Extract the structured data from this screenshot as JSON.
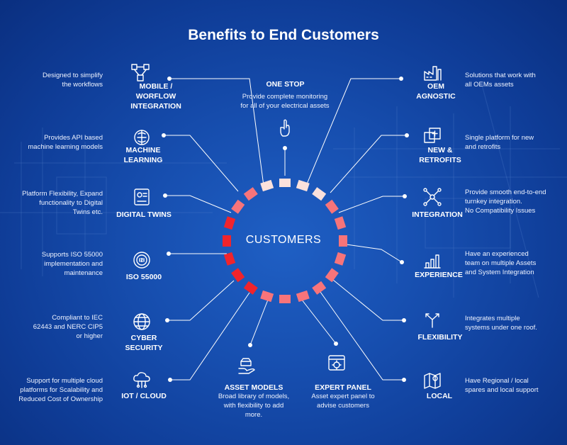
{
  "title": "Benefits to End Customers",
  "center_label": "CUSTOMERS",
  "benefits": [
    {
      "id": "mobile",
      "title_lines": [
        "MOBILE /",
        "WORFLOW",
        "INTEGRATION"
      ],
      "desc_lines": [
        "Designed to simplify",
        "the workflows"
      ],
      "icon": "mobile-workflow-icon"
    },
    {
      "id": "ml",
      "title_lines": [
        "MACHINE",
        "LEARNING"
      ],
      "desc_lines": [
        "Provides API based",
        "machine learning models"
      ],
      "icon": "brain-icon"
    },
    {
      "id": "dt",
      "title_lines": [
        "DIGITAL TWINS"
      ],
      "desc_lines": [
        "Platform Flexibility, Expand",
        "functionality to Digital",
        "Twins etc."
      ],
      "icon": "digital-twin-icon"
    },
    {
      "id": "iso",
      "title_lines": [
        "ISO 55000"
      ],
      "desc_lines": [
        "Supports ISO 55000",
        "implementation and",
        "maintenance"
      ],
      "icon": "iso-badge-icon"
    },
    {
      "id": "cyber",
      "title_lines": [
        "CYBER",
        "SECURITY"
      ],
      "desc_lines": [
        "Compliant to IEC",
        "62443 and NERC CIP5",
        "or higher"
      ],
      "icon": "globe-icon"
    },
    {
      "id": "iot",
      "title_lines": [
        "IOT / CLOUD"
      ],
      "desc_lines": [
        "Support for multiple cloud",
        "platforms for Scalability and",
        "Reduced Cost of Ownership"
      ],
      "icon": "cloud-icon"
    },
    {
      "id": "stop",
      "title_lines": [
        "ONE STOP"
      ],
      "desc_lines": [
        "Provide complete monitoring",
        "for all of your electrical assets"
      ],
      "icon": "hand-pointer-icon"
    },
    {
      "id": "models",
      "title_lines": [
        "ASSET MODELS"
      ],
      "desc_lines": [
        "Broad library of models,",
        "with flexibility to add",
        "more."
      ],
      "icon": "box-hand-icon"
    },
    {
      "id": "panel",
      "title_lines": [
        "EXPERT PANEL"
      ],
      "desc_lines": [
        "Asset expert panel to",
        "advise customers"
      ],
      "icon": "web-settings-icon"
    },
    {
      "id": "oem",
      "title_lines": [
        "OEM",
        "AGNOSTIC"
      ],
      "desc_lines": [
        "Solutions that work with",
        "all OEMs assets"
      ],
      "icon": "factory-icon"
    },
    {
      "id": "new",
      "title_lines": [
        "NEW &",
        "RETROFITS"
      ],
      "desc_lines": [
        "Single platform for new",
        "and retrofits"
      ],
      "icon": "add-window-icon"
    },
    {
      "id": "integ",
      "title_lines": [
        "INTEGRATION"
      ],
      "desc_lines": [
        "Provide smooth end-to-end",
        "turnkey integration.",
        "No Compatibility Issues"
      ],
      "icon": "network-icon"
    },
    {
      "id": "exp",
      "title_lines": [
        "EXPERIENCE"
      ],
      "desc_lines": [
        "Have an experienced",
        "team on multiple Assets",
        "and System Integration"
      ],
      "icon": "bar-chart-icon"
    },
    {
      "id": "flex",
      "title_lines": [
        "FLEXIBILITY"
      ],
      "desc_lines": [
        "Integrates multiple",
        "systems under one roof."
      ],
      "icon": "branch-arrows-icon"
    },
    {
      "id": "local",
      "title_lines": [
        "LOCAL"
      ],
      "desc_lines": [
        "Have Regional / local",
        "spares and local support"
      ],
      "icon": "map-pin-icon"
    }
  ],
  "colors": {
    "background": "#174fb0",
    "text": "#ffffff",
    "ring_hot": "#f0242c",
    "ring_mid": "#f7747a",
    "ring_light": "#fbe1dc"
  }
}
